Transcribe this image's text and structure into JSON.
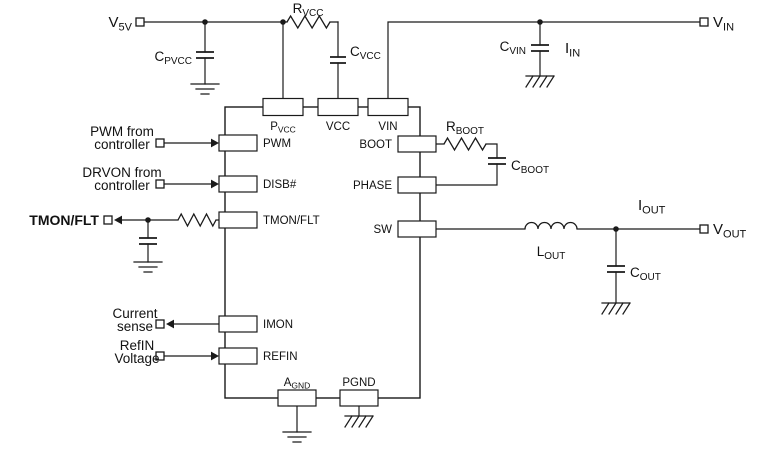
{
  "colors": {
    "ink": "#1a1a1a",
    "background": "#ffffff"
  },
  "terminals": {
    "v5v": {
      "main": "V",
      "sub": "5V"
    },
    "vin": {
      "main": "V",
      "sub": "IN"
    },
    "iin": {
      "main": "I",
      "sub": "IN"
    },
    "vout": {
      "main": "V",
      "sub": "OUT"
    },
    "iout": {
      "main": "I",
      "sub": "OUT"
    }
  },
  "components": {
    "rvcc": {
      "main": "R",
      "sub": "VCC"
    },
    "cpvcc": {
      "main": "C",
      "sub": "PVCC"
    },
    "cvcc": {
      "main": "C",
      "sub": "VCC"
    },
    "cvin": {
      "main": "C",
      "sub": "VIN"
    },
    "rboot": {
      "main": "R",
      "sub": "BOOT"
    },
    "cboot": {
      "main": "C",
      "sub": "BOOT"
    },
    "lout": {
      "main": "L",
      "sub": "OUT"
    },
    "cout": {
      "main": "C",
      "sub": "OUT"
    }
  },
  "pins": {
    "pvcc": {
      "main": "P",
      "sub": "VCC"
    },
    "vcc": "VCC",
    "vin": "VIN",
    "pwm": "PWM",
    "disb": "DISB#",
    "tmon_flt": "TMON/FLT",
    "imon": "IMON",
    "refin": "REFIN",
    "boot": "BOOT",
    "phase": "PHASE",
    "sw": "SW",
    "agnd": {
      "main": "A",
      "sub": "GND"
    },
    "pgnd": "PGND"
  },
  "signals": {
    "pwm_from": {
      "line1": "PWM from",
      "line2": "controller"
    },
    "drvon_from": {
      "line1": "DRVON from",
      "line2": "controller"
    },
    "tmon_flt": "TMON/FLT",
    "current_sense": {
      "line1": "Current",
      "line2": "sense"
    },
    "refin_voltage": {
      "line1": "RefIN",
      "line2": "Voltage"
    }
  }
}
